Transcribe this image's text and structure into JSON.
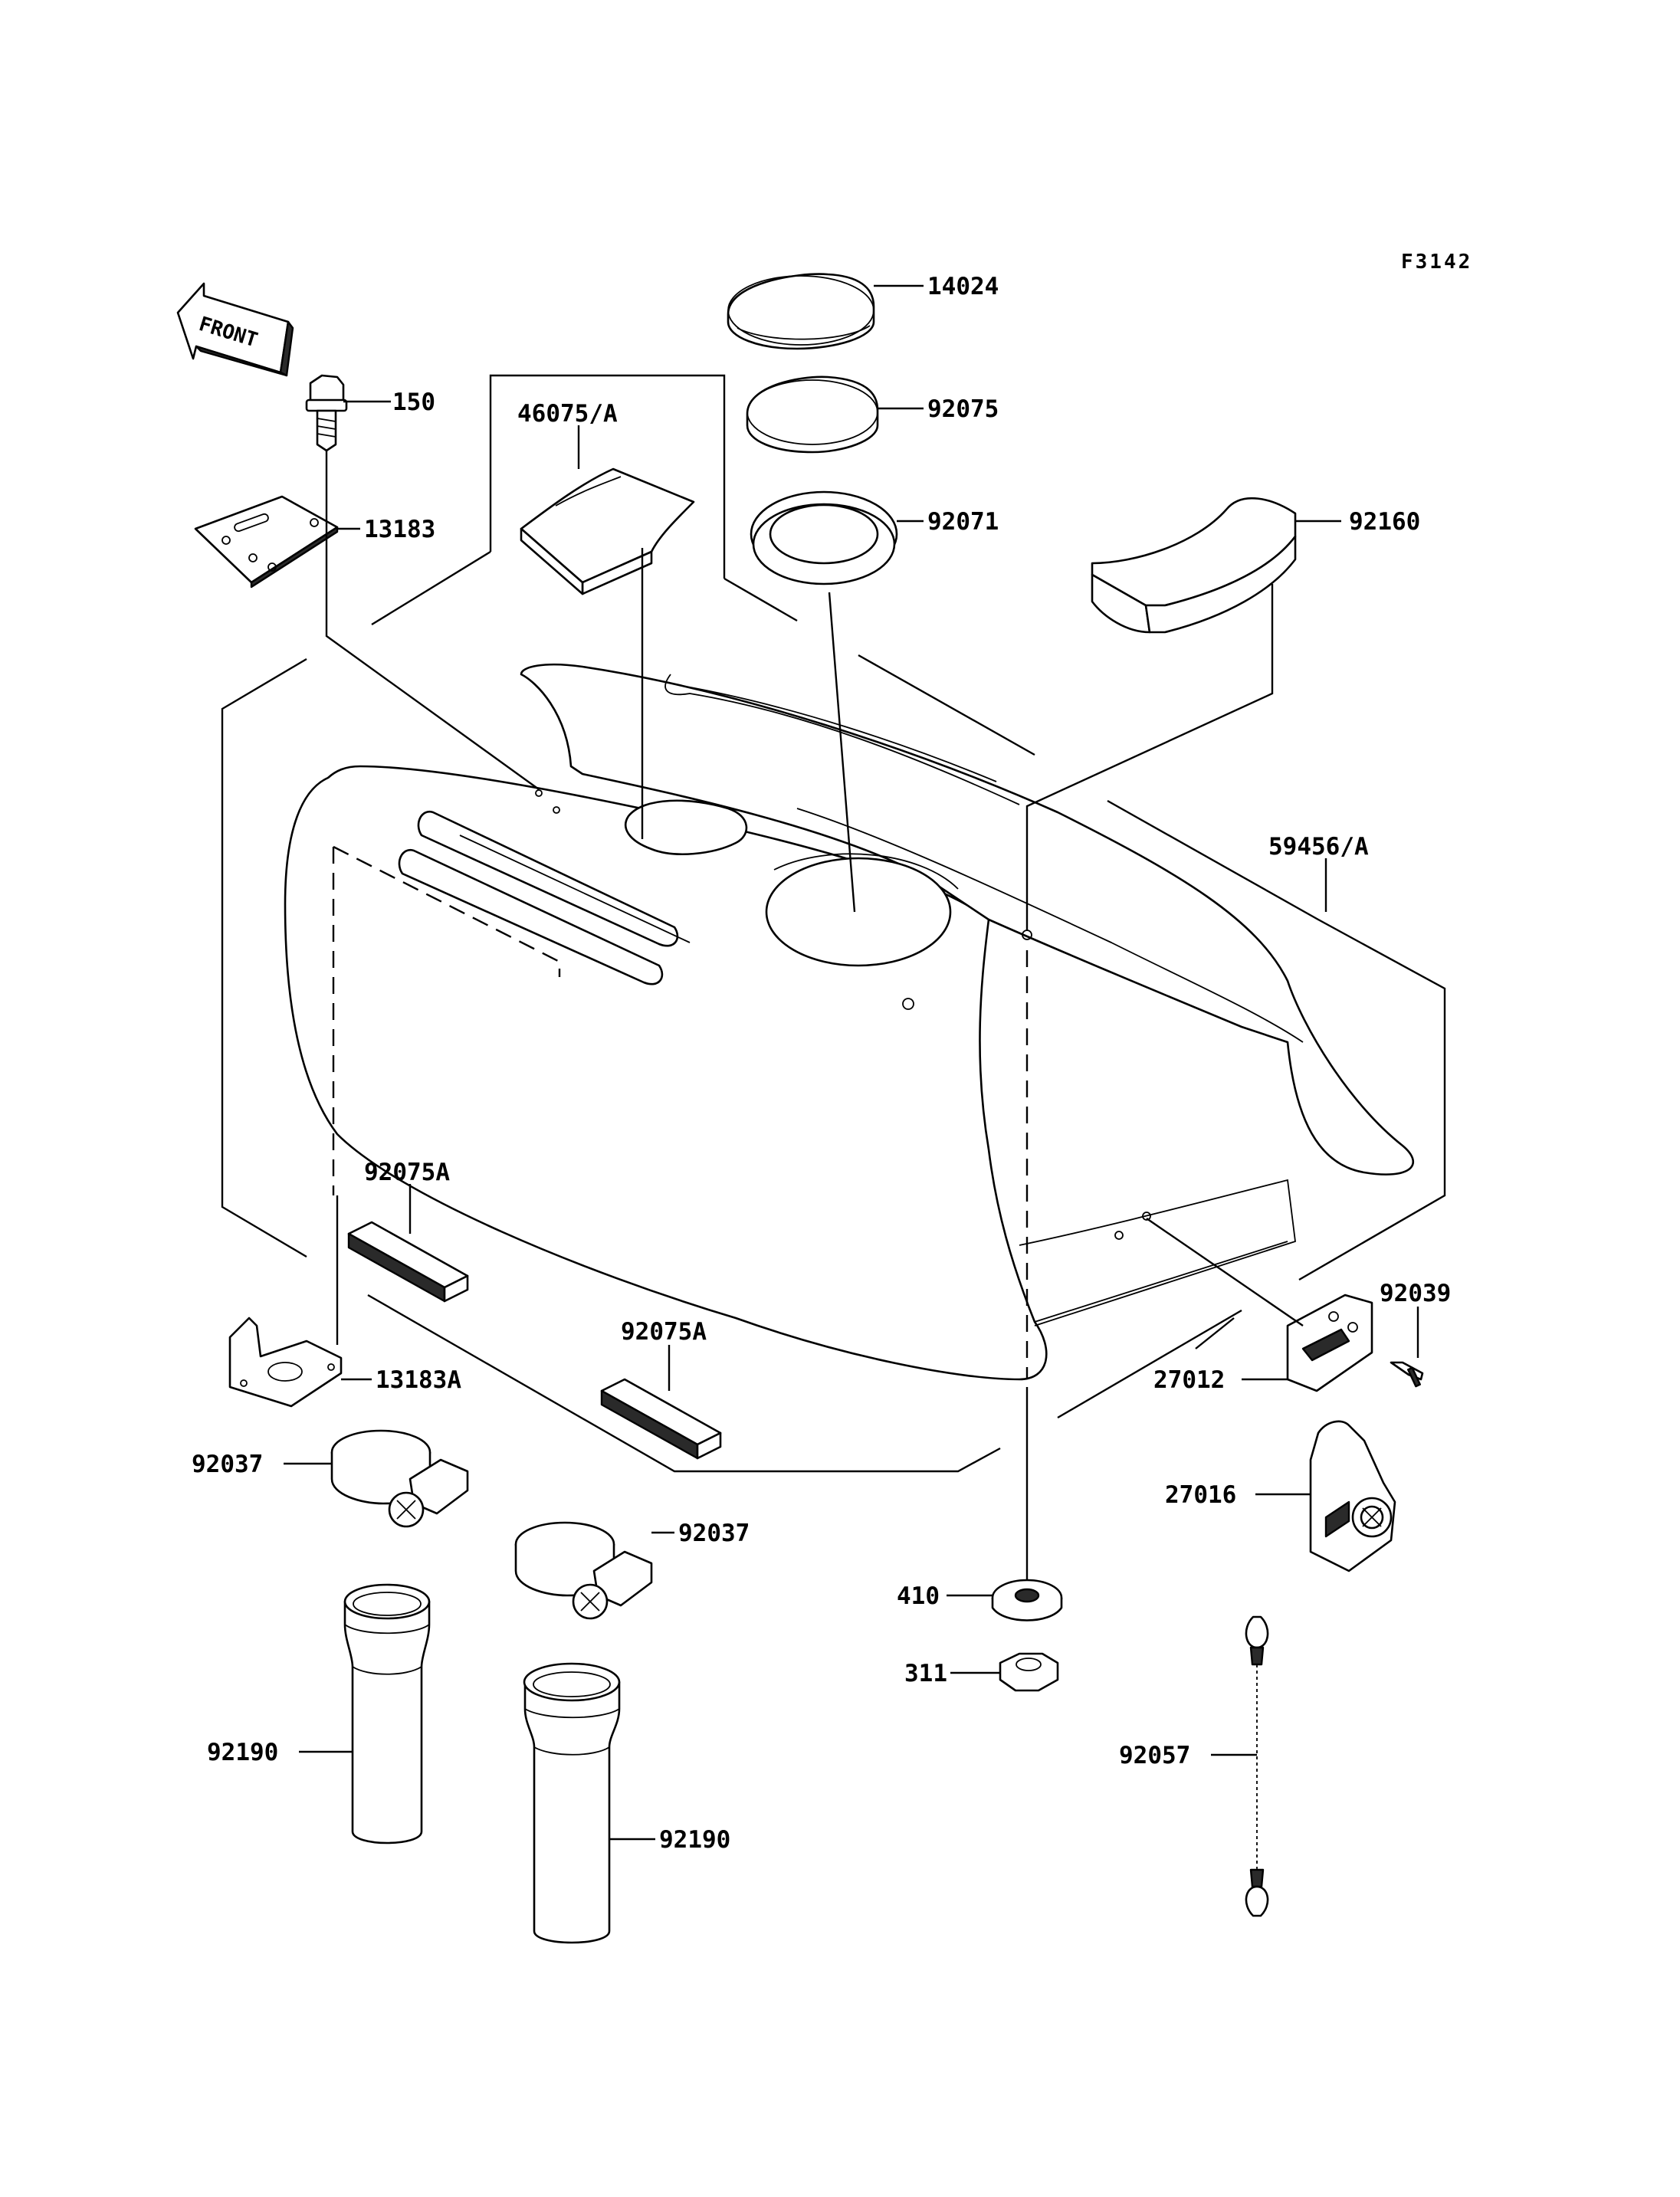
{
  "figure_id": "F3142",
  "front_arrow_text": "FRONT",
  "callouts": [
    {
      "id": "14024",
      "text": "14024"
    },
    {
      "id": "150",
      "text": "150"
    },
    {
      "id": "46075a",
      "text": "46075/A"
    },
    {
      "id": "92075",
      "text": "92075"
    },
    {
      "id": "13183",
      "text": "13183"
    },
    {
      "id": "92071",
      "text": "92071"
    },
    {
      "id": "92160",
      "text": "92160"
    },
    {
      "id": "59456a",
      "text": "59456/A"
    },
    {
      "id": "92075a-1",
      "text": "92075A"
    },
    {
      "id": "92039",
      "text": "92039"
    },
    {
      "id": "92075a-2",
      "text": "92075A"
    },
    {
      "id": "13183a",
      "text": "13183A"
    },
    {
      "id": "27012",
      "text": "27012"
    },
    {
      "id": "92037-1",
      "text": "92037"
    },
    {
      "id": "27016",
      "text": "27016"
    },
    {
      "id": "92037-2",
      "text": "92037"
    },
    {
      "id": "410",
      "text": "410"
    },
    {
      "id": "311",
      "text": "311"
    },
    {
      "id": "92190-1",
      "text": "92190"
    },
    {
      "id": "92057",
      "text": "92057"
    },
    {
      "id": "92190-2",
      "text": "92190"
    }
  ]
}
